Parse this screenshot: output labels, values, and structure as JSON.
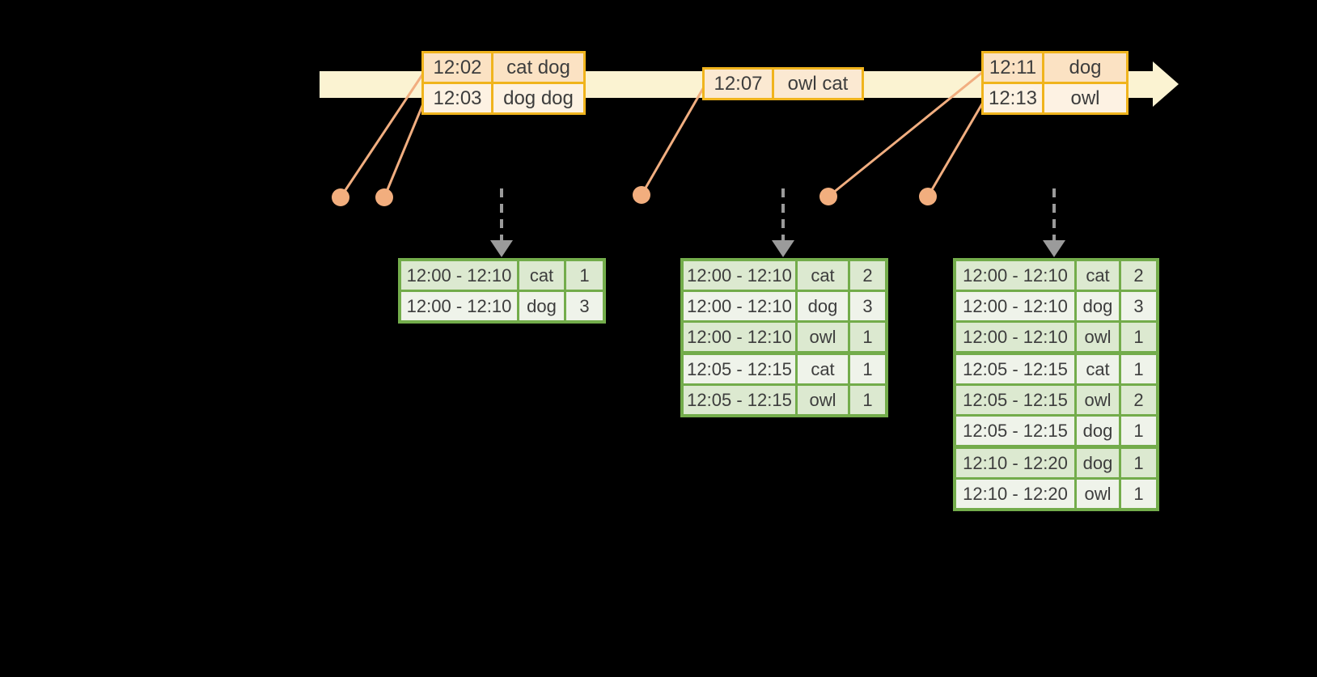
{
  "colors": {
    "background": "#000000",
    "timeline_fill": "#fbf3d2",
    "event_table_border": "#f0b41d",
    "event_row_peach": "#fbe2c3",
    "event_row_cream": "#fdf2e3",
    "event_row_mid": "#fbe9d2",
    "connector_and_dots": "#f1ae80",
    "result_table_border": "#73ac4b",
    "result_row_green": "#dce9d0",
    "result_row_white": "#eff3ea",
    "dashed_arrow_gray": "#9b9b9b",
    "text": "#3d3d3d"
  },
  "timeline": {
    "event_tables": [
      {
        "rows": [
          [
            "12:02",
            "cat dog"
          ],
          [
            "12:03",
            "dog dog"
          ]
        ]
      },
      {
        "rows": [
          [
            "12:07",
            "owl cat"
          ]
        ]
      },
      {
        "rows": [
          [
            "12:11",
            "dog"
          ],
          [
            "12:13",
            "owl"
          ]
        ]
      }
    ]
  },
  "result_tables": [
    {
      "rows": [
        [
          "12:00 - 12:10",
          "cat",
          "1"
        ],
        [
          "12:00 - 12:10",
          "dog",
          "3"
        ]
      ],
      "group_breaks": []
    },
    {
      "rows": [
        [
          "12:00 - 12:10",
          "cat",
          "2"
        ],
        [
          "12:00 - 12:10",
          "dog",
          "3"
        ],
        [
          "12:00 - 12:10",
          "owl",
          "1"
        ],
        [
          "12:05 - 12:15",
          "cat",
          "1"
        ],
        [
          "12:05 - 12:15",
          "owl",
          "1"
        ]
      ],
      "group_breaks": [
        3
      ]
    },
    {
      "rows": [
        [
          "12:00 - 12:10",
          "cat",
          "2"
        ],
        [
          "12:00 - 12:10",
          "dog",
          "3"
        ],
        [
          "12:00 - 12:10",
          "owl",
          "1"
        ],
        [
          "12:05 - 12:15",
          "cat",
          "1"
        ],
        [
          "12:05 - 12:15",
          "owl",
          "2"
        ],
        [
          "12:05 - 12:15",
          "dog",
          "1"
        ],
        [
          "12:10 - 12:20",
          "dog",
          "1"
        ],
        [
          "12:10 - 12:20",
          "owl",
          "1"
        ]
      ],
      "group_breaks": [
        3,
        6
      ]
    }
  ]
}
